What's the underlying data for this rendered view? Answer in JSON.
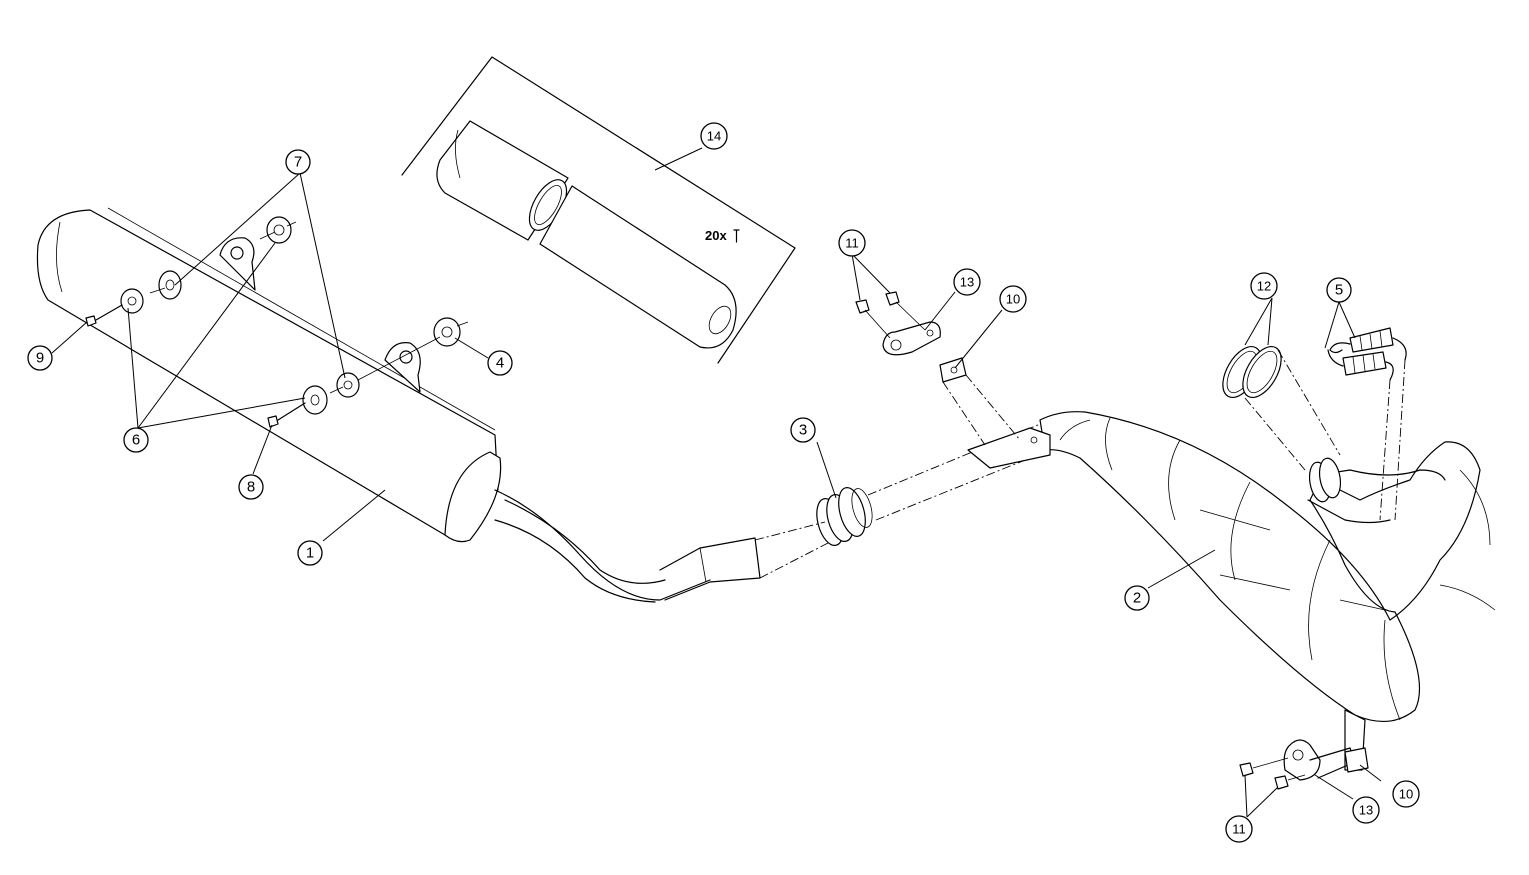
{
  "diagram": {
    "callouts": [
      {
        "id": "c1",
        "label": "1"
      },
      {
        "id": "c2",
        "label": "2"
      },
      {
        "id": "c3",
        "label": "3"
      },
      {
        "id": "c4",
        "label": "4"
      },
      {
        "id": "c5",
        "label": "5"
      },
      {
        "id": "c6",
        "label": "6"
      },
      {
        "id": "c7",
        "label": "7"
      },
      {
        "id": "c8",
        "label": "8"
      },
      {
        "id": "c9",
        "label": "9"
      },
      {
        "id": "c10a",
        "label": "10"
      },
      {
        "id": "c10b",
        "label": "10"
      },
      {
        "id": "c11a",
        "label": "11"
      },
      {
        "id": "c11b",
        "label": "11"
      },
      {
        "id": "c12",
        "label": "12"
      },
      {
        "id": "c13a",
        "label": "13"
      },
      {
        "id": "c13b",
        "label": "13"
      },
      {
        "id": "c14",
        "label": "14"
      }
    ],
    "kit_note": "20x"
  }
}
